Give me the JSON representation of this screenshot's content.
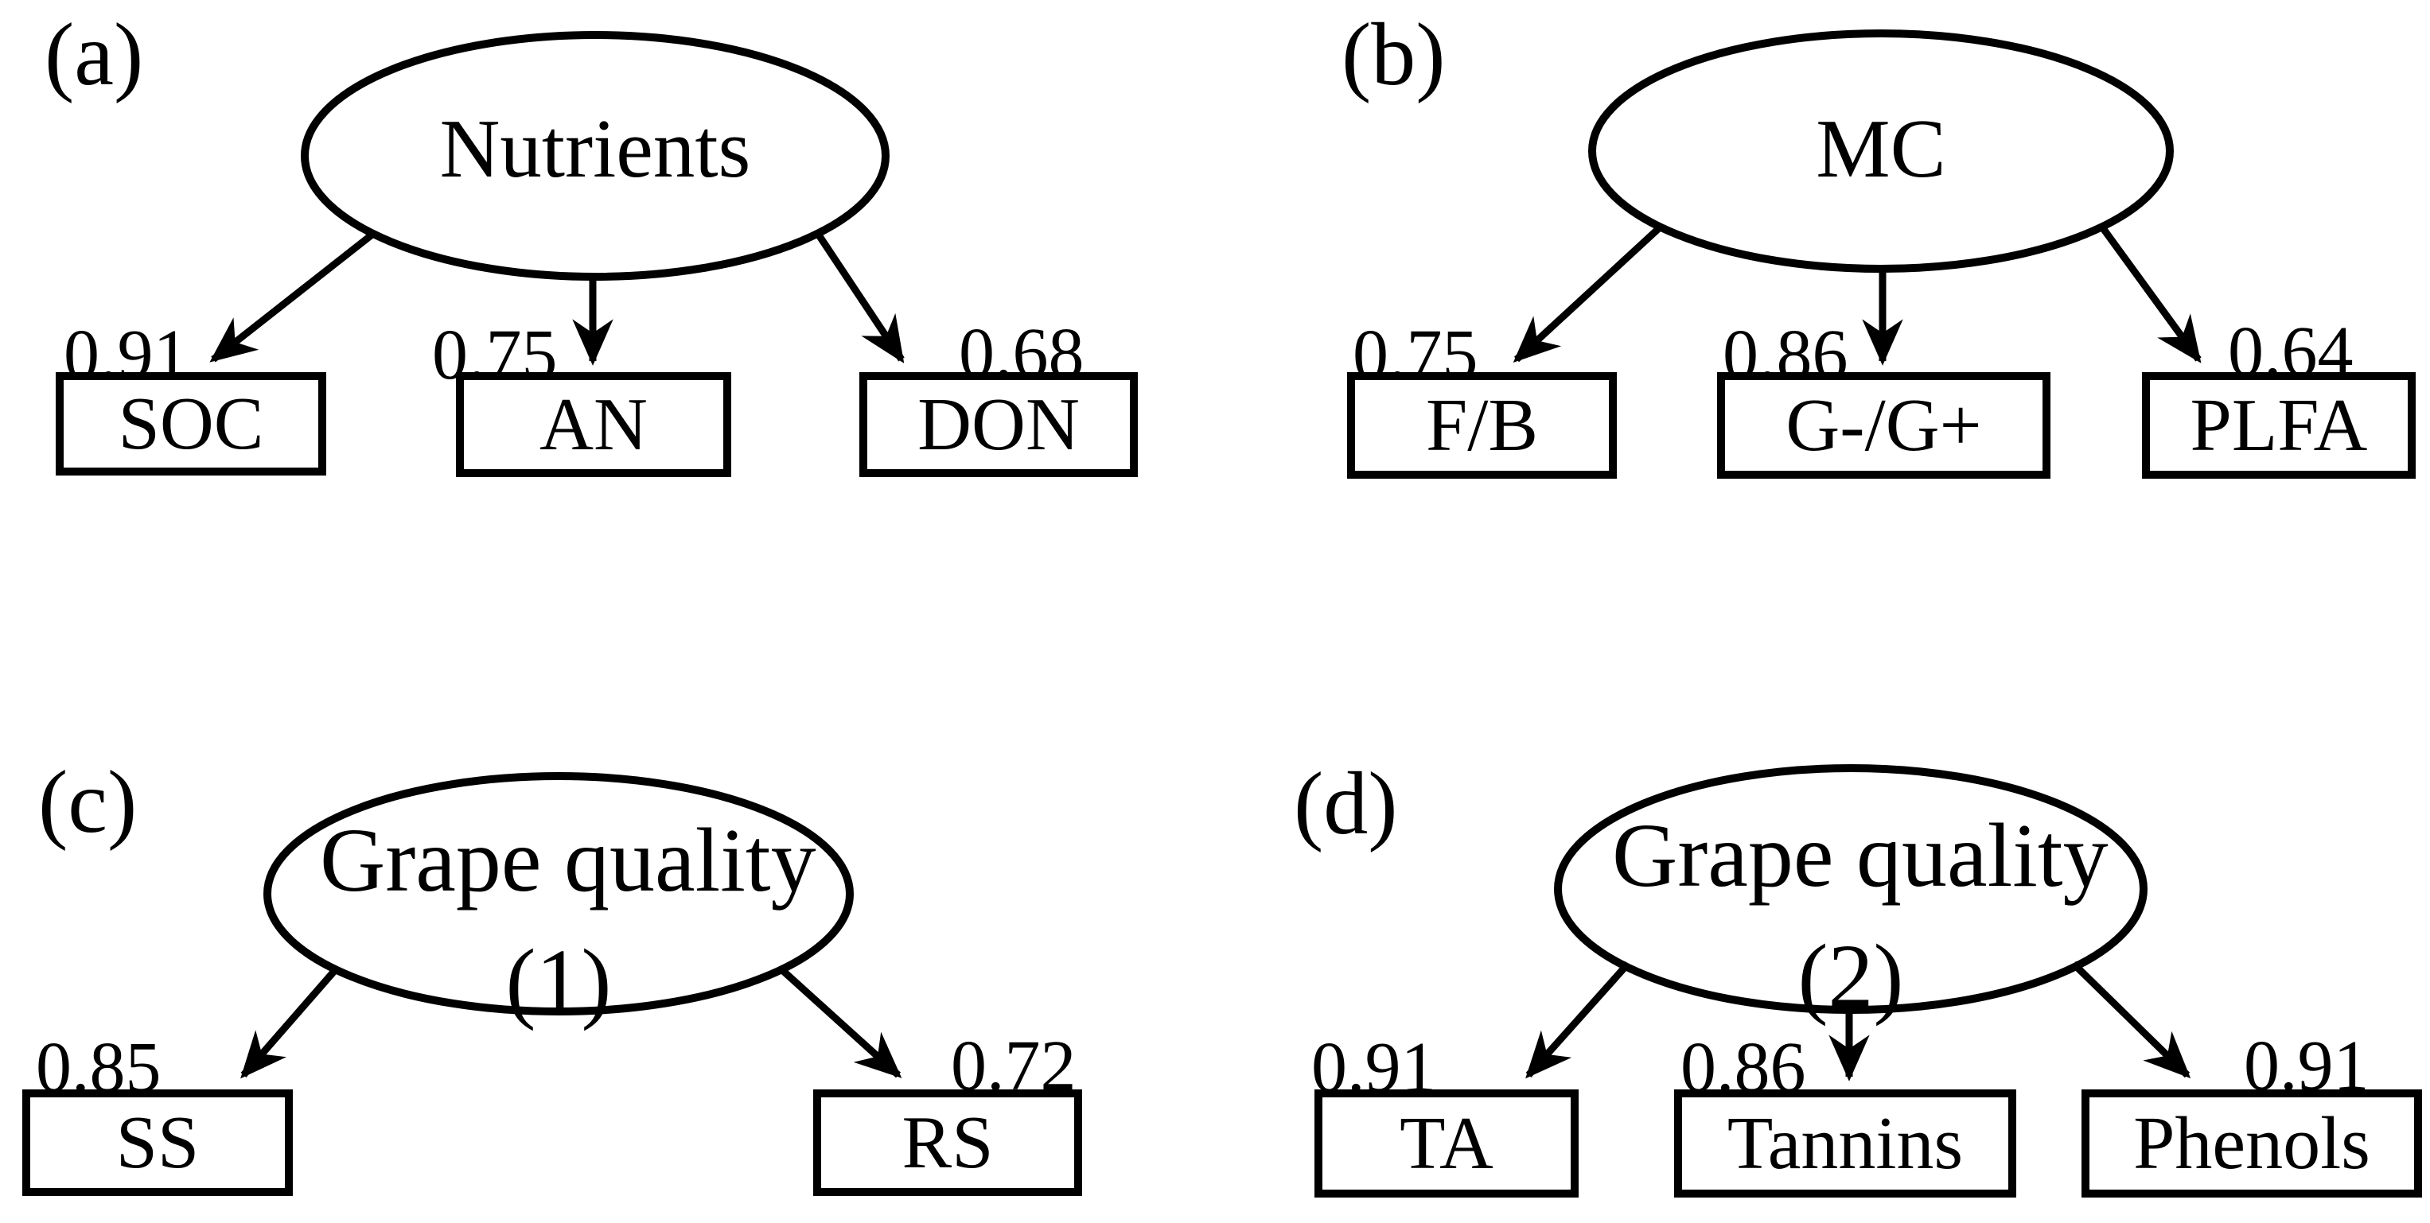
{
  "figure": {
    "background": "#ffffff",
    "ink_color": "#000000",
    "panels": [
      {
        "label": "(a)",
        "latent_line1": "Nutrients",
        "latent_line2": "",
        "indicators": [
          {
            "name": "SOC",
            "loading": "0.91"
          },
          {
            "name": "AN",
            "loading": "0.75"
          },
          {
            "name": "DON",
            "loading": "0.68"
          }
        ]
      },
      {
        "label": "(b)",
        "latent_line1": "MC",
        "latent_line2": "",
        "indicators": [
          {
            "name": "F/B",
            "loading": "0.75"
          },
          {
            "name": "G-/G+",
            "loading": "0.86"
          },
          {
            "name": "PLFA",
            "loading": "0.64"
          }
        ]
      },
      {
        "label": "(c)",
        "latent_line1": "Grape quality",
        "latent_line2": "(1)",
        "indicators": [
          {
            "name": "SS",
            "loading": "0.85"
          },
          {
            "name": "RS",
            "loading": "0.72"
          }
        ]
      },
      {
        "label": "(d)",
        "latent_line1": "Grape quality",
        "latent_line2": "(2)",
        "indicators": [
          {
            "name": "TA",
            "loading": "0.91"
          },
          {
            "name": "Tannins",
            "loading": "0.86"
          },
          {
            "name": "Phenols",
            "loading": "0.91"
          }
        ]
      }
    ]
  }
}
